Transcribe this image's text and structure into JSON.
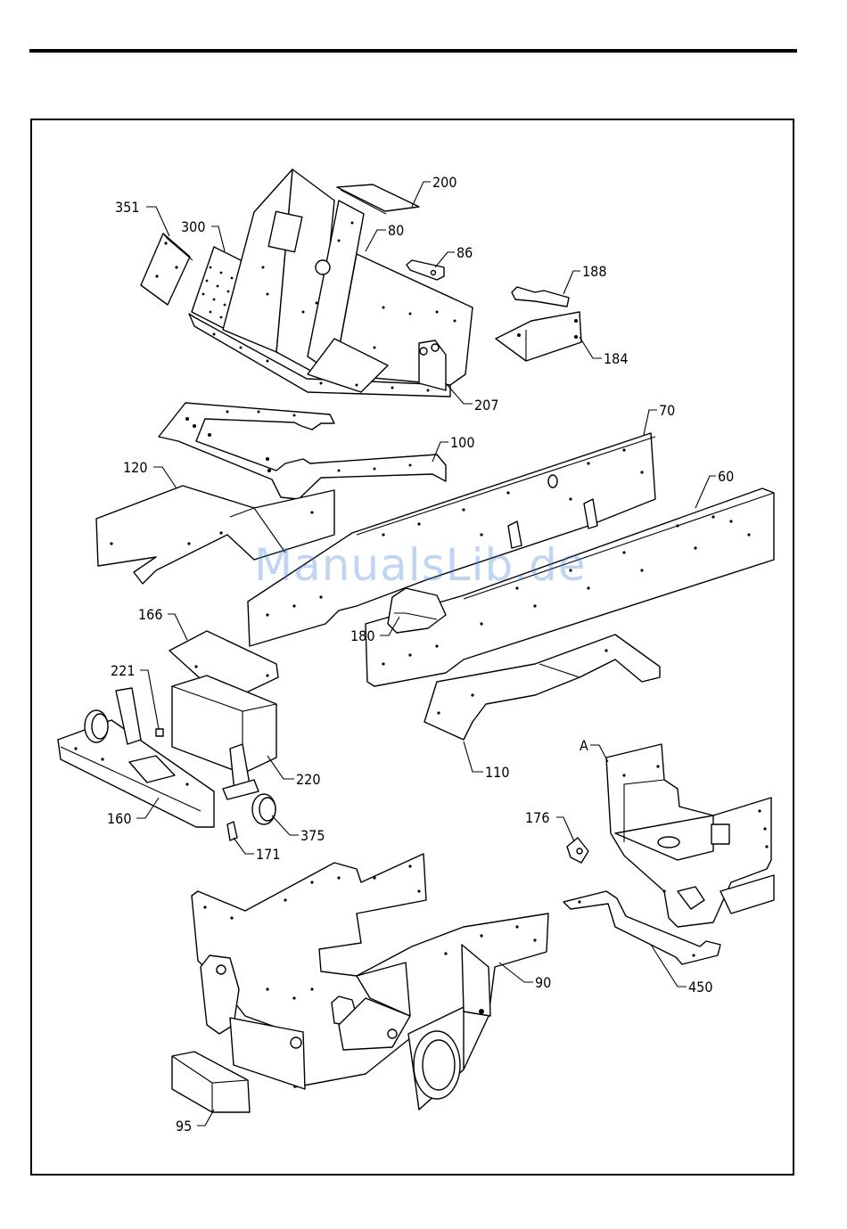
{
  "watermark": "ManualsLib.de",
  "callouts": [
    {
      "id": "351",
      "text": "351"
    },
    {
      "id": "300",
      "text": "300"
    },
    {
      "id": "200",
      "text": "200"
    },
    {
      "id": "80",
      "text": "80"
    },
    {
      "id": "86",
      "text": "86"
    },
    {
      "id": "188",
      "text": "188"
    },
    {
      "id": "184",
      "text": "184"
    },
    {
      "id": "207",
      "text": "207"
    },
    {
      "id": "70",
      "text": "70"
    },
    {
      "id": "100",
      "text": "100"
    },
    {
      "id": "120",
      "text": "120"
    },
    {
      "id": "60",
      "text": "60"
    },
    {
      "id": "180",
      "text": "180"
    },
    {
      "id": "166",
      "text": "166"
    },
    {
      "id": "221",
      "text": "221"
    },
    {
      "id": "220",
      "text": "220"
    },
    {
      "id": "110",
      "text": "110"
    },
    {
      "id": "A",
      "text": "A"
    },
    {
      "id": "160",
      "text": "160"
    },
    {
      "id": "375",
      "text": "375"
    },
    {
      "id": "176",
      "text": "176"
    },
    {
      "id": "171",
      "text": "171"
    },
    {
      "id": "90",
      "text": "90"
    },
    {
      "id": "450",
      "text": "450"
    },
    {
      "id": "95",
      "text": "95"
    }
  ]
}
